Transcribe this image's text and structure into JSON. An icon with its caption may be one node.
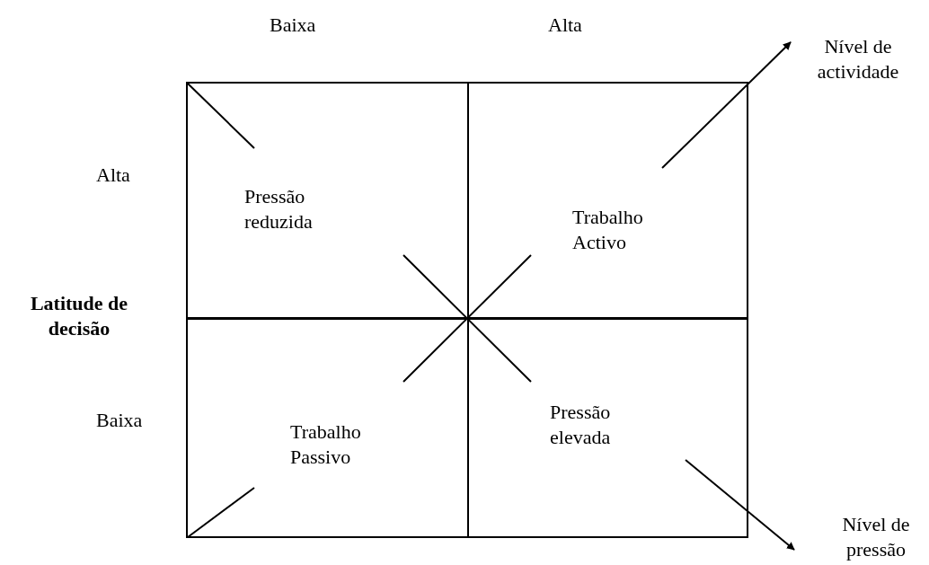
{
  "diagram": {
    "nodes": [
      {
        "text": [
          "Pressão reduzida"
        ]
      },
      {
        "text": [
          "Trabalho Activo"
        ]
      },
      {
        "text": [
          "Trabalho Passivo"
        ]
      },
      {
        "text": [
          "Pressão elevada"
        ]
      },
      {
        "text": [
          "Nível de actividade"
        ]
      },
      {
        "text": [
          "Nível de pressão"
        ]
      }
    ],
    "edges": [
      {
        "from": 1,
        "to": 4,
        "arrow": "to"
      },
      {
        "from": 3,
        "to": 5,
        "arrow": "to"
      }
    ],
    "labels": [
      "Baixa",
      "Alta",
      "Alta",
      "Latitude de decisão",
      "Baixa"
    ]
  }
}
